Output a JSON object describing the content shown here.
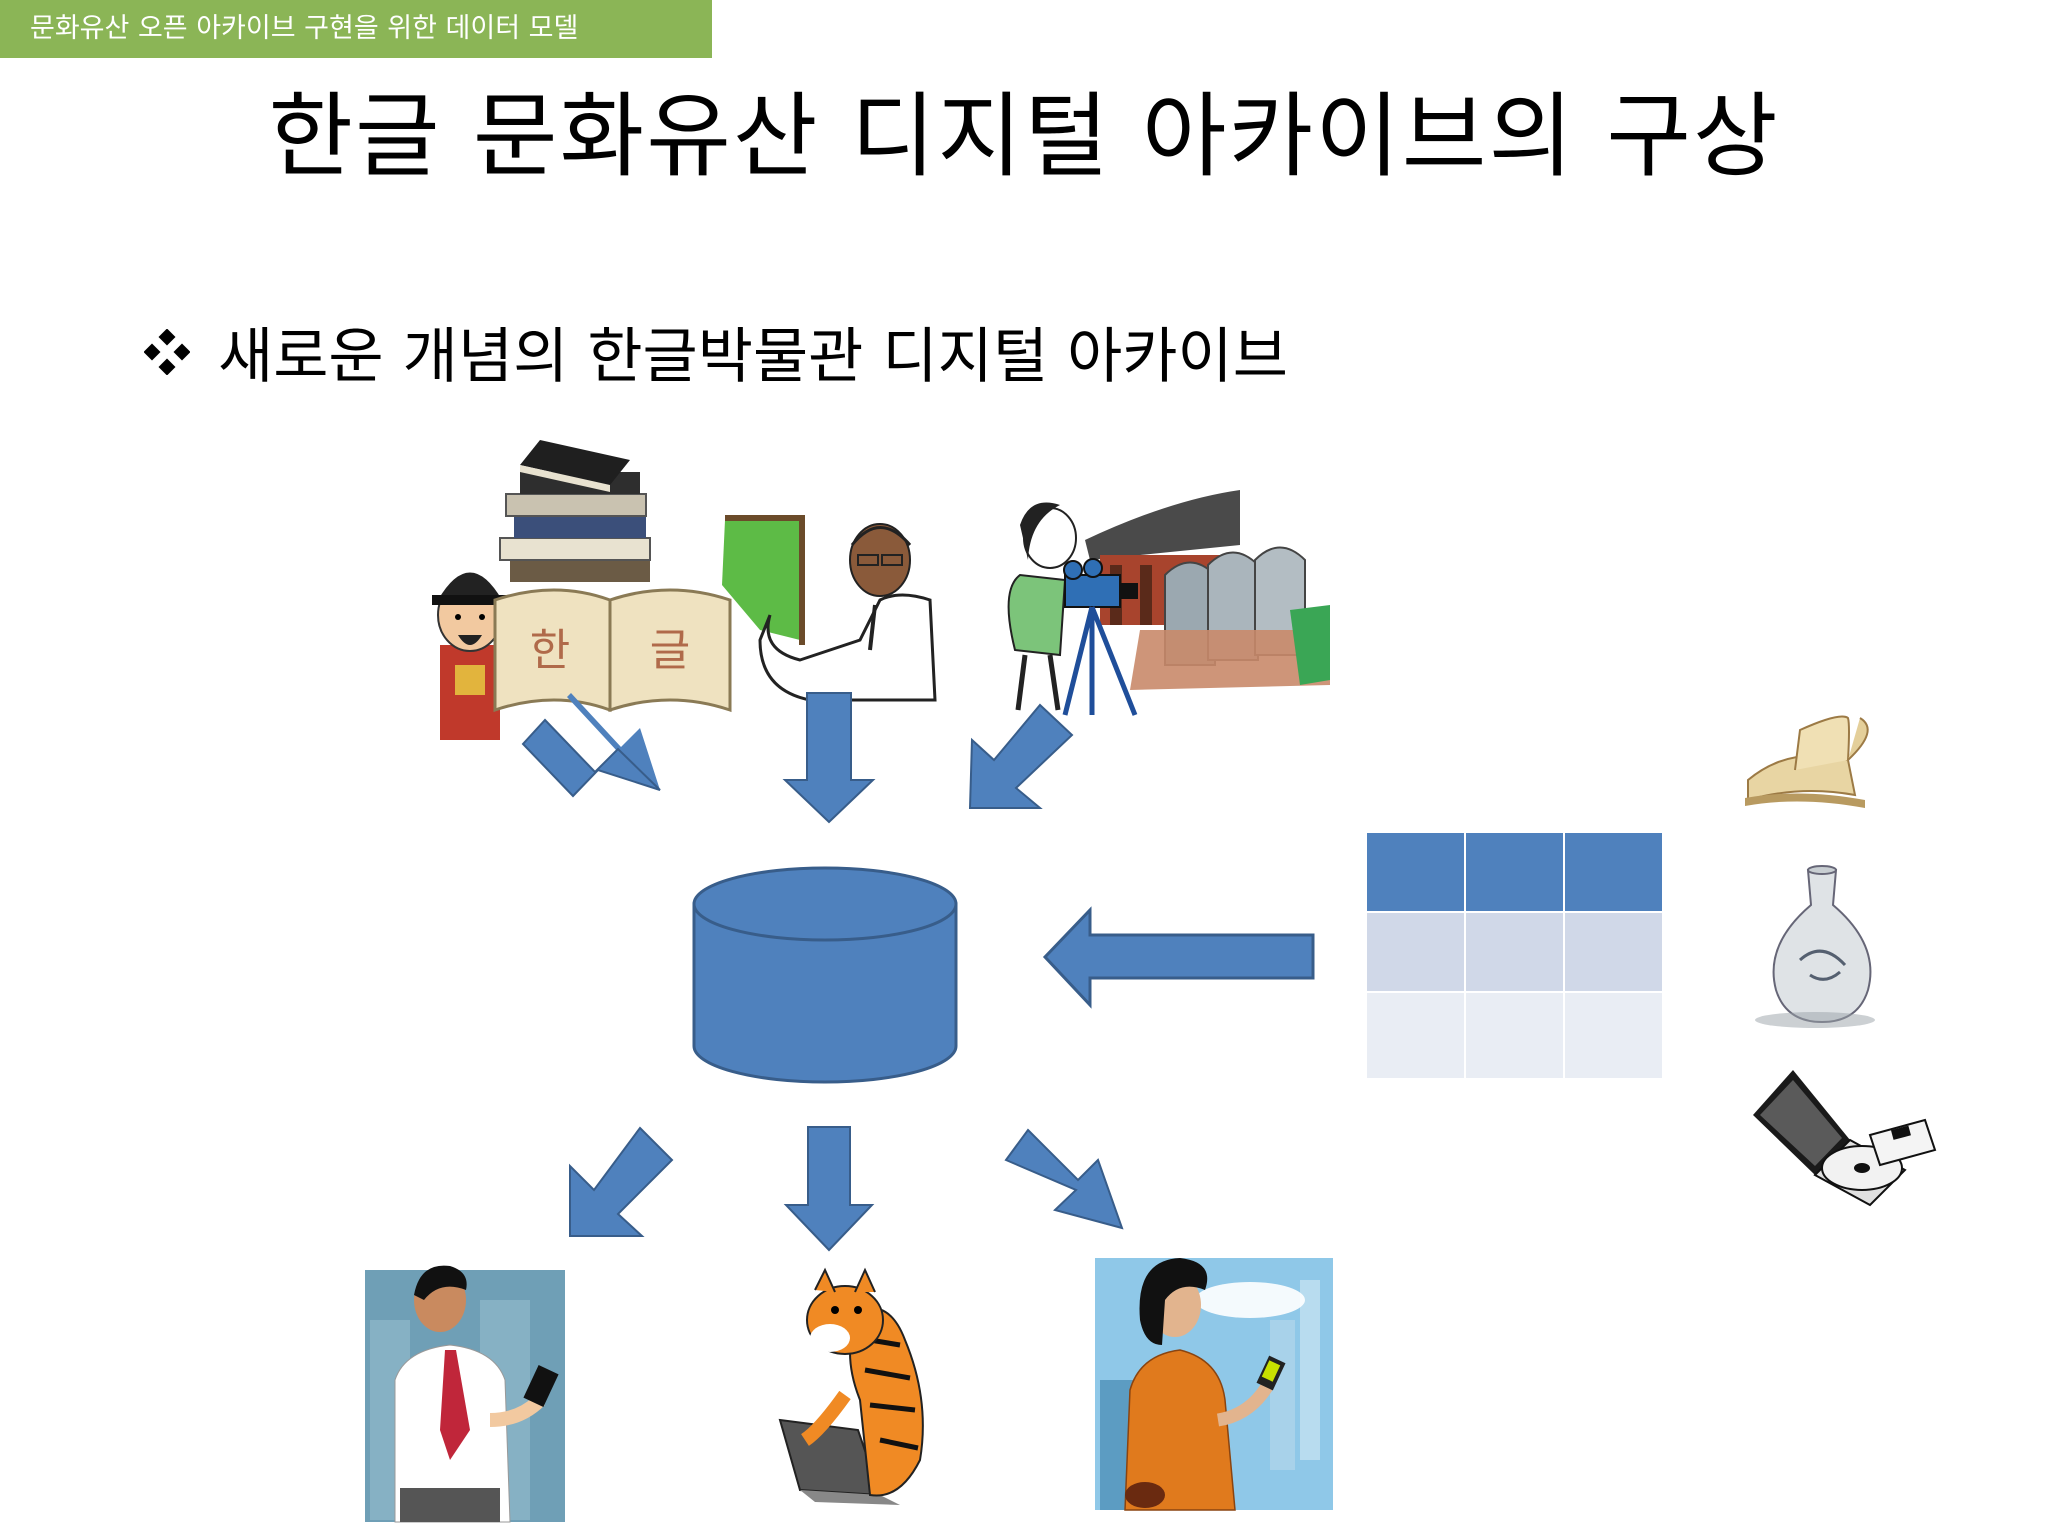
{
  "header": {
    "banner_text": "문화유산 오픈 아카이브 구현을 위한 데이터 모델",
    "banner_color": "#8bb556"
  },
  "title": "한글 문화유산 디지털 아카이브의 구상",
  "bullet": {
    "icon": "diamond-bullet-icon",
    "text": "새로운 개념의 한글박물관 디지털 아카이브"
  },
  "diagram": {
    "accent_color": "#4f81bd",
    "input_images": [
      "king-with-books-and-hangul-icon",
      "presenter-teacher-icon",
      "camera-operator-at-palace-icon"
    ],
    "output_images": [
      "businessman-with-phone-icon",
      "tiger-with-laptop-icon",
      "woman-with-pda-icon"
    ],
    "side_images": [
      "old-open-book-icon",
      "porcelain-vase-icon",
      "laptop-floppy-cd-icon"
    ],
    "table_grid": {
      "rows": 3,
      "cols": 3,
      "header_color": "#4f81bd",
      "row2_color": "#d0d8e8",
      "row3_color": "#e9edf4"
    }
  }
}
